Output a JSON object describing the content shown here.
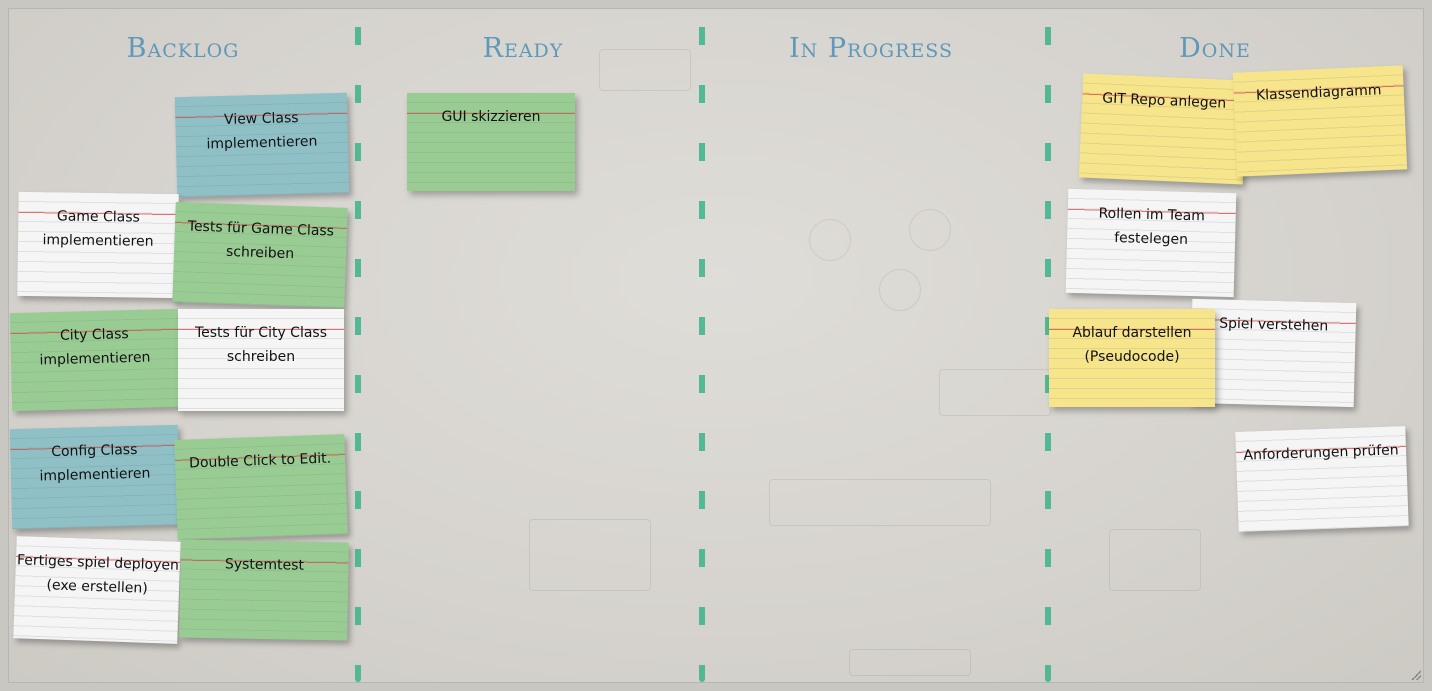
{
  "columns": {
    "backlog": {
      "title": "Backlog"
    },
    "ready": {
      "title": "Ready"
    },
    "in_progress": {
      "title": "In Progress"
    },
    "done": {
      "title": "Done"
    }
  },
  "cards": {
    "view_class": {
      "text": "View Class implementieren",
      "color": "#8ec0c6"
    },
    "game_class": {
      "text": "Game Class implementieren",
      "color": "#f5f5f5"
    },
    "tests_game_class": {
      "text": "Tests für Game Class schreiben",
      "color": "#99cc93"
    },
    "city_class": {
      "text": "City Class implementieren",
      "color": "#99cc93"
    },
    "tests_city_class": {
      "text": "Tests für City Class schreiben",
      "color": "#f5f5f5"
    },
    "config_class": {
      "text": "Config Class implementieren",
      "color": "#8ec0c6"
    },
    "double_click": {
      "text": "Double Click to Edit.",
      "color": "#99cc93"
    },
    "fertiges_spiel": {
      "text": "Fertiges spiel deployen (exe erstellen)",
      "color": "#f5f5f5"
    },
    "systemtest": {
      "text": "Systemtest",
      "color": "#99cc93"
    },
    "gui_skizzieren": {
      "text": "GUI skizzieren",
      "color": "#99cc93"
    },
    "git_repo": {
      "text": "GIT Repo anlegen",
      "color": "#f6e58b"
    },
    "klassendiagramm": {
      "text": "Klassendiagramm",
      "color": "#f6e58b"
    },
    "rollen_team": {
      "text": "Rollen im Team festelegen",
      "color": "#f5f5f5"
    },
    "spiel_verstehen": {
      "text": "Spiel verstehen",
      "color": "#f5f5f5"
    },
    "ablauf_darstellen": {
      "text": "Ablauf darstellen (Pseudocode)",
      "color": "#f6e58b"
    },
    "anforderungen": {
      "text": "Anforderungen prüfen",
      "color": "#f5f5f5"
    }
  }
}
